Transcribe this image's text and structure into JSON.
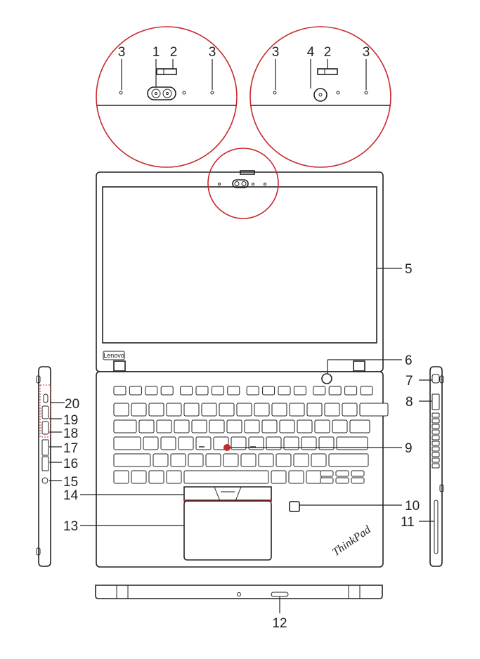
{
  "callouts": {
    "c1": "1",
    "c2": "2",
    "c3": "3",
    "c4": "4",
    "c5": "5",
    "c6": "6",
    "c7": "7",
    "c8": "8",
    "c9": "9",
    "c10": "10",
    "c11": "11",
    "c12": "12",
    "c13": "13",
    "c14": "14",
    "c15": "15",
    "c16": "16",
    "c17": "17",
    "c18": "18",
    "c19": "19",
    "c20": "20"
  },
  "brand": {
    "bezel_text": "Lenovo",
    "palm_logo": "ThinkPad"
  },
  "colors": {
    "accent_red": "#c8282d",
    "line": "#222222"
  },
  "icons": [
    "camera-lens-icon",
    "trackpoint-icon",
    "fingerprint-reader-icon",
    "power-button-icon"
  ]
}
